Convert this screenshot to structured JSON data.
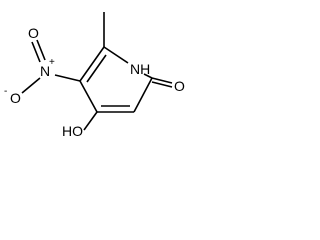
{
  "molecule": {
    "atoms": {
      "nh": "NH",
      "carbonyl_o": "O",
      "hydroxyl": "HO",
      "nitro_n": "N",
      "nitro_n_charge": "+",
      "nitro_o_double": "O",
      "nitro_o_single": "O",
      "nitro_o_charge": "-"
    }
  }
}
